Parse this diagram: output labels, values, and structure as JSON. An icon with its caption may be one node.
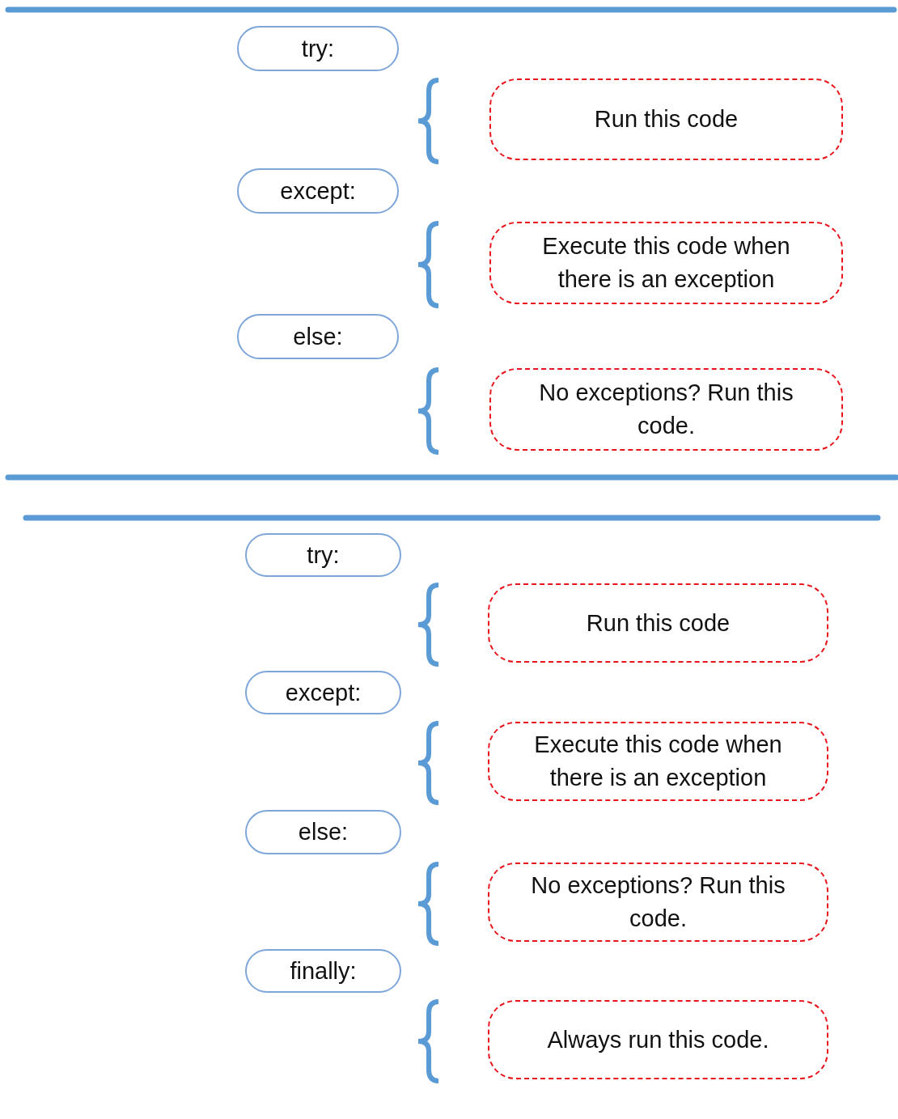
{
  "diagram": {
    "nodes": [
      {
        "text": [
          "try:"
        ]
      },
      {
        "text": [
          "Run this code"
        ]
      },
      {
        "text": [
          "except:"
        ]
      },
      {
        "text": [
          "Execute this code when there is an exception"
        ]
      },
      {
        "text": [
          "else:"
        ]
      },
      {
        "text": [
          "No exceptions? Run this code."
        ]
      },
      {
        "text": [
          "try:"
        ]
      },
      {
        "text": [
          "Run this code"
        ]
      },
      {
        "text": [
          "except:"
        ]
      },
      {
        "text": [
          "Execute this code when there is an exception"
        ]
      },
      {
        "text": [
          "else:"
        ]
      },
      {
        "text": [
          "No exceptions? Run this code."
        ]
      },
      {
        "text": [
          "finally:"
        ]
      },
      {
        "text": [
          "Always run this code."
        ]
      }
    ]
  }
}
